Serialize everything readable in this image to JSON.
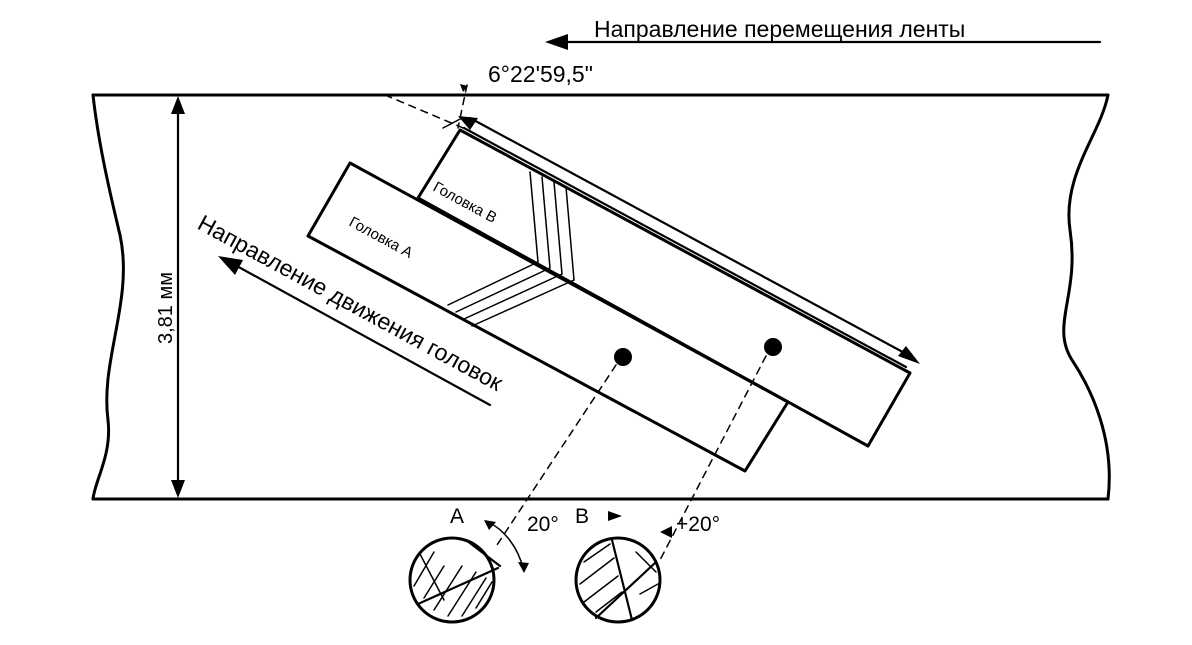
{
  "labels": {
    "tape_direction": "Направление перемещения ленты",
    "angle": "6°22'59,5\"",
    "tape_width": "3,81 мм",
    "head_a": "Головка А",
    "head_b": "Головка В",
    "head_motion": "Направление движения головок",
    "azimuth_a_letter": "А",
    "azimuth_a_value": "20°",
    "azimuth_b_letter": "В",
    "azimuth_b_value": "+20°"
  }
}
